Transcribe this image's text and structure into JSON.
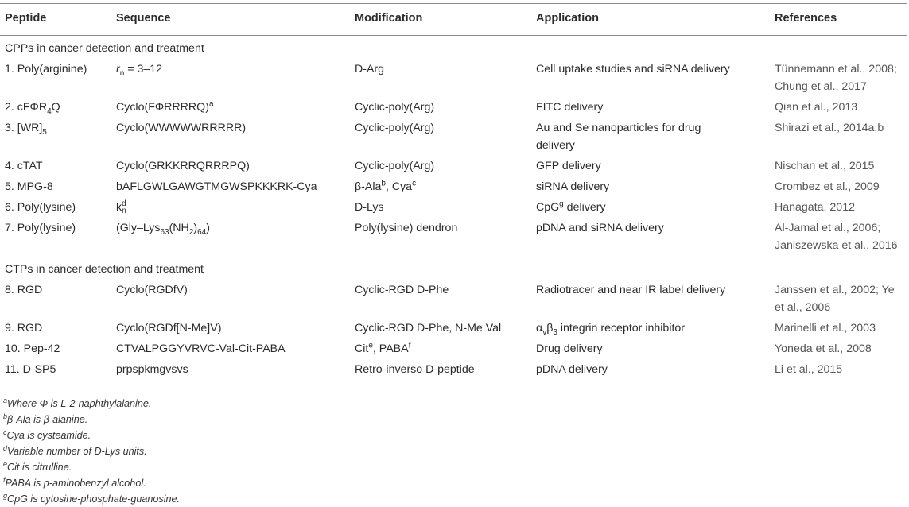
{
  "headers": {
    "peptide": "Peptide",
    "sequence": "Sequence",
    "modification": "Modification",
    "application": "Application",
    "references": "References"
  },
  "sections": {
    "cpp": "CPPs in cancer detection and treatment",
    "ctp": "CTPs in cancer detection and treatment"
  },
  "rows": [
    {
      "peptide": "1. Poly(arginine)",
      "seq_var": "r",
      "seq_sub": "n",
      "seq_rest": " = 3–12",
      "modification": "D-Arg",
      "application": "Cell uptake studies and siRNA delivery",
      "ref1": "Tünnemann et al., 2008;",
      "ref2": "Chung et al., 2017"
    },
    {
      "peptide_a": "2. cFΦR",
      "peptide_sub": "4",
      "peptide_b": "Q",
      "seq": "Cyclo(FΦRRRRQ)",
      "seq_sup": "a",
      "modification": "Cyclic-poly(Arg)",
      "application": "FITC delivery",
      "ref": "Qian et al., 2013"
    },
    {
      "peptide_a": "3. [WR]",
      "peptide_sub": "5",
      "seq": "Cyclo(WWWWWRRRRR)",
      "modification": "Cyclic-poly(Arg)",
      "app1": "Au and Se nanoparticles for drug",
      "app2": "delivery",
      "ref": "Shirazi et al., 2014a,b"
    },
    {
      "peptide": "4. cTAT",
      "seq": "Cyclo(GRKKRRQRRRPQ)",
      "modification": "Cyclic-poly(Arg)",
      "application": "GFP delivery",
      "ref": "Nischan et al., 2015"
    },
    {
      "peptide": "5. MPG-8",
      "seq": "bAFLGWLGAWGTMGWSPKKKRK-Cya",
      "mod_a": "β-Ala",
      "mod_sup1": "b",
      "mod_b": ", Cya",
      "mod_sup2": "c",
      "application": "siRNA delivery",
      "ref": "Crombez et al., 2009"
    },
    {
      "peptide": "6. Poly(lysine)",
      "seq_base": "k",
      "seq_sup": "d",
      "seq_sub": "n",
      "modification": "D-Lys",
      "app_a": "CpG",
      "app_sup": "g",
      "app_b": " delivery",
      "ref": "Hanagata, 2012"
    },
    {
      "peptide": "7. Poly(lysine)",
      "seq_a": "(Gly–Lys",
      "seq_sub1": "63",
      "seq_b": "(NH",
      "seq_sub2": "2",
      "seq_c": ")",
      "seq_sub3": "64",
      "seq_d": ")",
      "modification": "Poly(lysine) dendron",
      "application": "pDNA and siRNA delivery",
      "ref1": "Al-Jamal et al., 2006;",
      "ref2": "Janiszewska et al., 2016"
    },
    {
      "peptide": "8. RGD",
      "seq": "Cyclo(RGDfV)",
      "modification": "Cyclic-RGD D-Phe",
      "application": "Radiotracer and near IR label delivery",
      "ref1": "Janssen et al., 2002; Ye",
      "ref2": "et al., 2006"
    },
    {
      "peptide": "9. RGD",
      "seq": "Cyclo(RGDf[N-Me]V)",
      "modification": "Cyclic-RGD D-Phe, N-Me Val",
      "app_a": "α",
      "app_sub1": "v",
      "app_b": "β",
      "app_sub2": "3",
      "app_c": " integrin receptor inhibitor",
      "ref": "Marinelli et al., 2003"
    },
    {
      "peptide": "10. Pep-42",
      "seq": "CTVALPGGYVRVC-Val-Cit-PABA",
      "mod_a": "Cit",
      "mod_sup1": "e",
      "mod_b": ", PABA",
      "mod_sup2": "f",
      "application": "Drug delivery",
      "ref": "Yoneda et al., 2008"
    },
    {
      "peptide": "11. D-SP5",
      "seq": "prpspkmgvsvs",
      "modification": "Retro-inverso D-peptide",
      "application": "pDNA delivery",
      "ref": "Li et al., 2015"
    }
  ],
  "footnotes": [
    {
      "mark": "a",
      "text": "Where Φ is L-2-naphthylalanine."
    },
    {
      "mark": "b",
      "text": "β-Ala is β-alanine."
    },
    {
      "mark": "c",
      "text": "Cya is cysteamide."
    },
    {
      "mark": "d",
      "text": "Variable number of D-Lys units."
    },
    {
      "mark": "e",
      "text": "Cit is citrulline."
    },
    {
      "mark": "f",
      "text": "PABA is p-aminobenzyl alcohol."
    },
    {
      "mark": "g",
      "text": "CpG is cytosine-phosphate-guanosine."
    }
  ]
}
